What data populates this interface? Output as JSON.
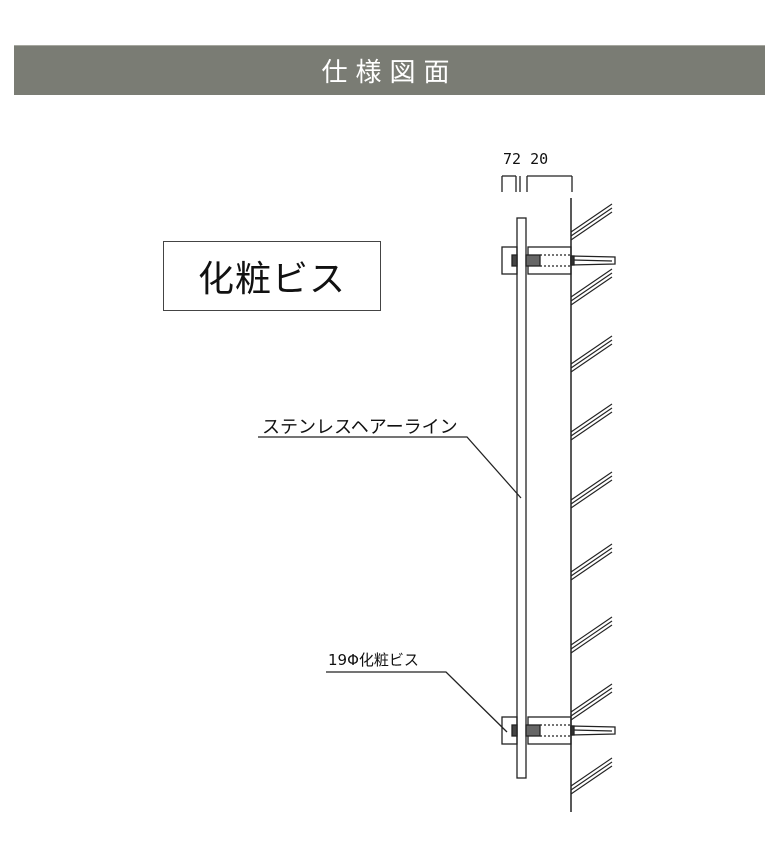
{
  "header": {
    "title": "仕様図面",
    "background_color": "#7a7c74",
    "text_color": "#ffffff"
  },
  "product_label": "化粧ビス",
  "dimensions": {
    "labels": [
      "7",
      "2",
      "20"
    ],
    "text": "72 20"
  },
  "callouts": {
    "plate_material": "ステンレスヘアーライン",
    "screw": "19Φ化粧ビス"
  },
  "drawing": {
    "line_color": "#222222",
    "fasteners": 2,
    "wall_hatch_groups": 9
  }
}
